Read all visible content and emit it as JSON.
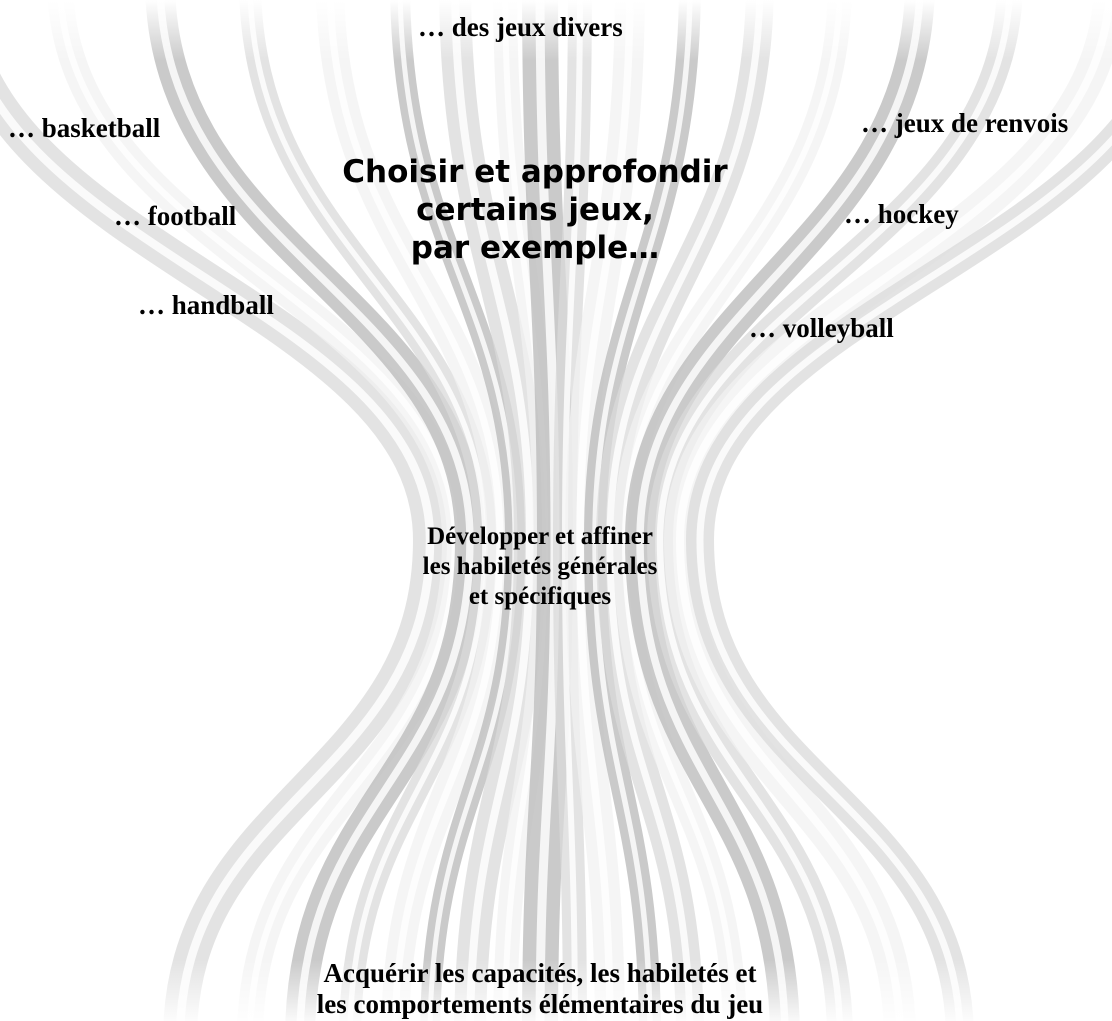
{
  "games": {
    "divers": "… des  jeux divers",
    "basketball": "… basketball",
    "renvois": "… jeux de renvois",
    "football": "… football",
    "hockey": "… hockey",
    "handball": "… handball",
    "volleyball": "… volleyball"
  },
  "title": {
    "lines": [
      "Choisir et approfondir",
      "certains jeux,",
      "par exemple…"
    ]
  },
  "middle": {
    "lines": [
      "Développer et affiner",
      "les habiletés générales",
      "et spécifiques"
    ]
  },
  "bottom": {
    "lines": [
      "Acquérir les capacités, les habiletés et",
      "les comportements élémentaires du jeu"
    ]
  },
  "colors": {
    "ribbon_light": "#f2f2f2",
    "ribbon_mid": "#d9d9d9",
    "ribbon_dark": "#b8b8b8",
    "text": "#000000"
  }
}
